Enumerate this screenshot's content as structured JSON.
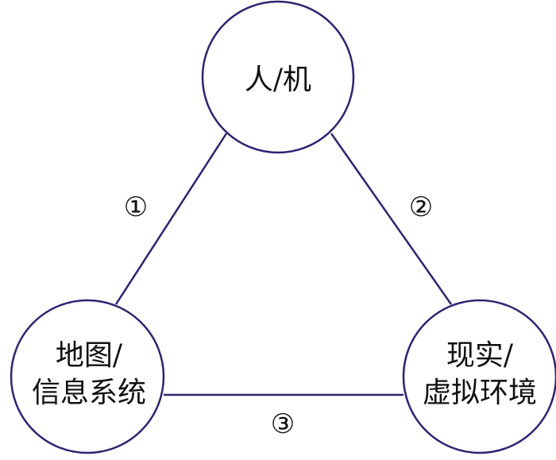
{
  "diagram": {
    "stroke_color": "#2e2470",
    "nodes": {
      "top": {
        "label": "人/机"
      },
      "left": {
        "label_line1": "地图/",
        "label_line2": "信息系统"
      },
      "right": {
        "label_line1": "现实/",
        "label_line2": "虚拟环境"
      }
    },
    "edges": {
      "left": {
        "label": "①"
      },
      "right": {
        "label": "②"
      },
      "bottom": {
        "label": "③"
      }
    }
  }
}
